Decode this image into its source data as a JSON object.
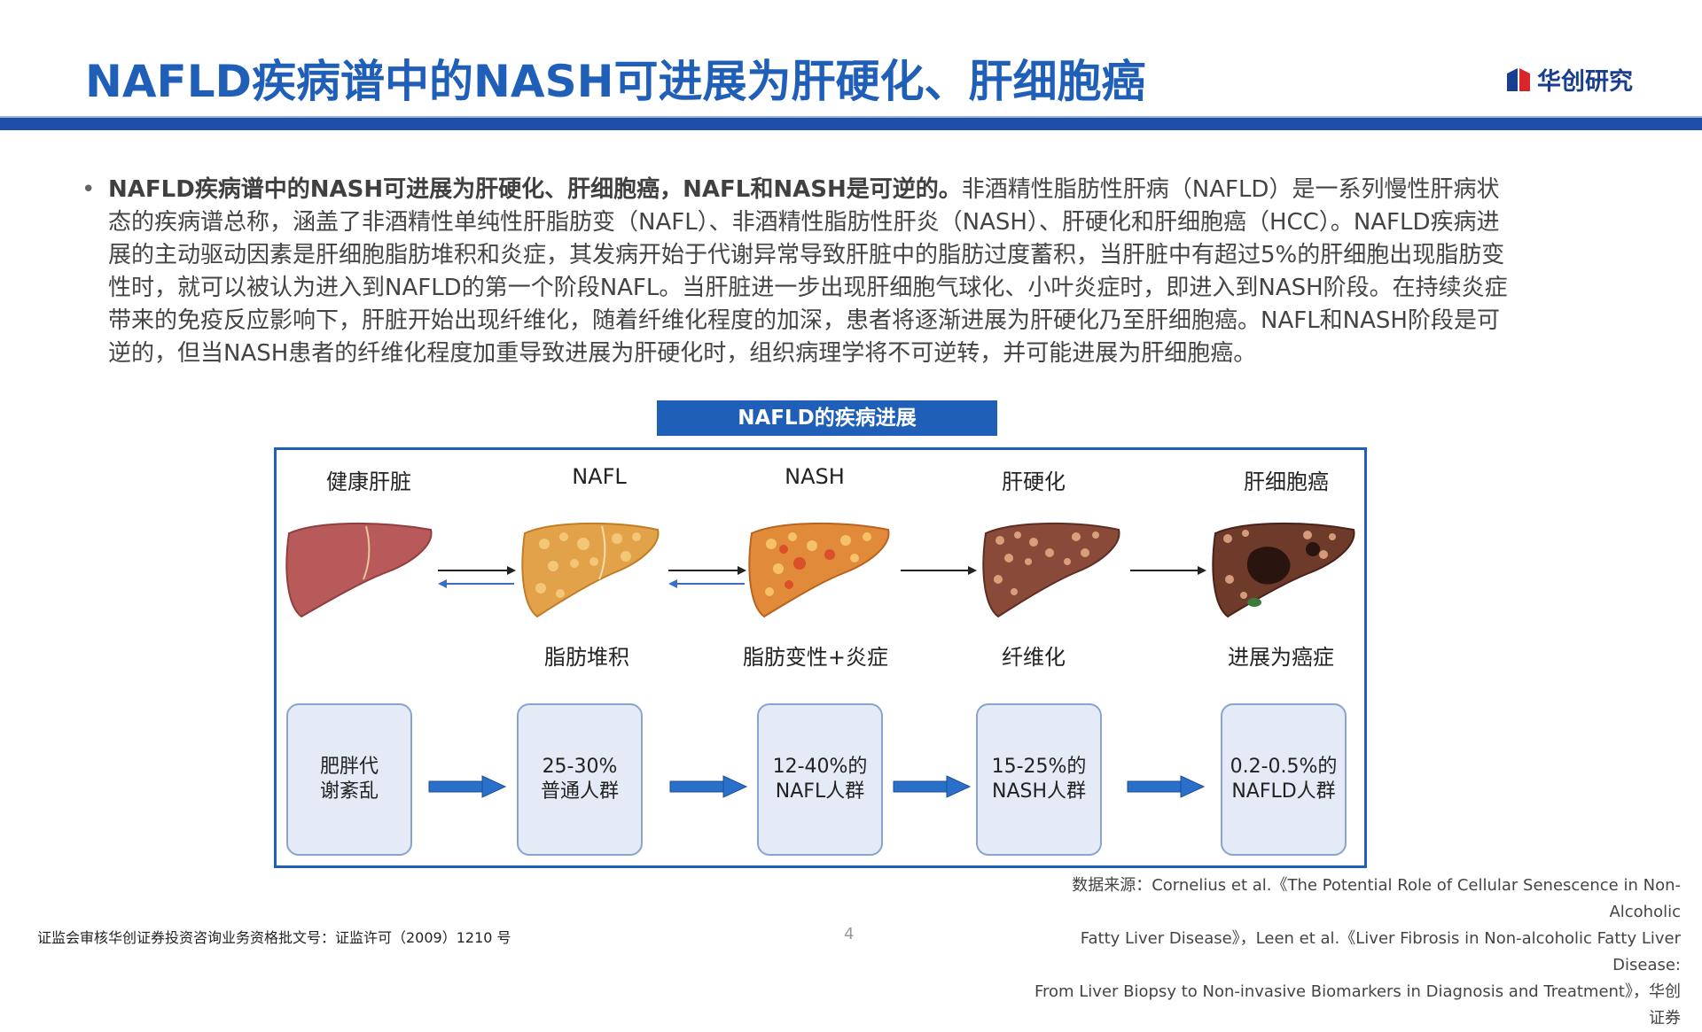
{
  "header": {
    "title": "NAFLD疾病谱中的NASH可进展为肝硬化、肝细胞癌",
    "logo_text": "华创研究",
    "brand_color": "#1f5fb7"
  },
  "bullet": {
    "lead": "NAFLD疾病谱中的NASH可进展为肝硬化、肝细胞癌，NAFL和NASH是可逆的。",
    "body": "非酒精性脂肪性肝病（NAFLD）是一系列慢性肝病状态的疾病谱总称，涵盖了非酒精性单纯性肝脂肪变（NAFL）、非酒精性脂肪性肝炎（NASH）、肝硬化和肝细胞癌（HCC）。NAFLD疾病进展的主动驱动因素是肝细胞脂肪堆积和炎症，其发病开始于代谢异常导致肝脏中的脂肪过度蓄积，当肝脏中有超过5%的肝细胞出现脂肪变性时，就可以被认为进入到NAFLD的第一个阶段NAFL。当肝脏进一步出现肝细胞气球化、小叶炎症时，即进入到NASH阶段。在持续炎症带来的免疫反应影响下，肝脏开始出现纤维化，随着纤维化程度的加深，患者将逐渐进展为肝硬化乃至肝细胞癌。NAFL和NASH阶段是可逆的，但当NASH患者的纤维化程度加重导致进展为肝硬化时，组织病理学将不可逆转，并可能进展为肝细胞癌。"
  },
  "figure": {
    "label": "NAFLD的疾病进展",
    "stages": [
      {
        "title": "健康肝脏",
        "sub": ""
      },
      {
        "title": "NAFL",
        "sub": "脂肪堆积"
      },
      {
        "title": "NASH",
        "sub": "脂肪变性+炎症"
      },
      {
        "title": "肝硬化",
        "sub": "纤维化"
      },
      {
        "title": "肝细胞癌",
        "sub": "进展为癌症"
      }
    ],
    "cards": [
      {
        "line1": "肥胖代",
        "line2": "谢紊乱"
      },
      {
        "line1": "25-30%",
        "line2": "普通人群"
      },
      {
        "line1": "12-40%的",
        "line2": "NAFL人群"
      },
      {
        "line1": "15-25%的",
        "line2": "NASH人群"
      },
      {
        "line1": "0.2-0.5%的",
        "line2": "NAFLD人群"
      }
    ]
  },
  "source": {
    "line1": "数据来源：Cornelius et al.《The Potential Role of Cellular Senescence in Non-Alcoholic",
    "line2": "Fatty Liver Disease》，Leen et al.《Liver Fibrosis in Non-alcoholic Fatty Liver Disease:",
    "line3": "From Liver Biopsy to Non-invasive Biomarkers in Diagnosis and Treatment》，华创证券"
  },
  "footer": {
    "license": "证监会审核华创证券投资咨询业务资格批文号：证监许可（2009）1210 号",
    "page": "4"
  }
}
